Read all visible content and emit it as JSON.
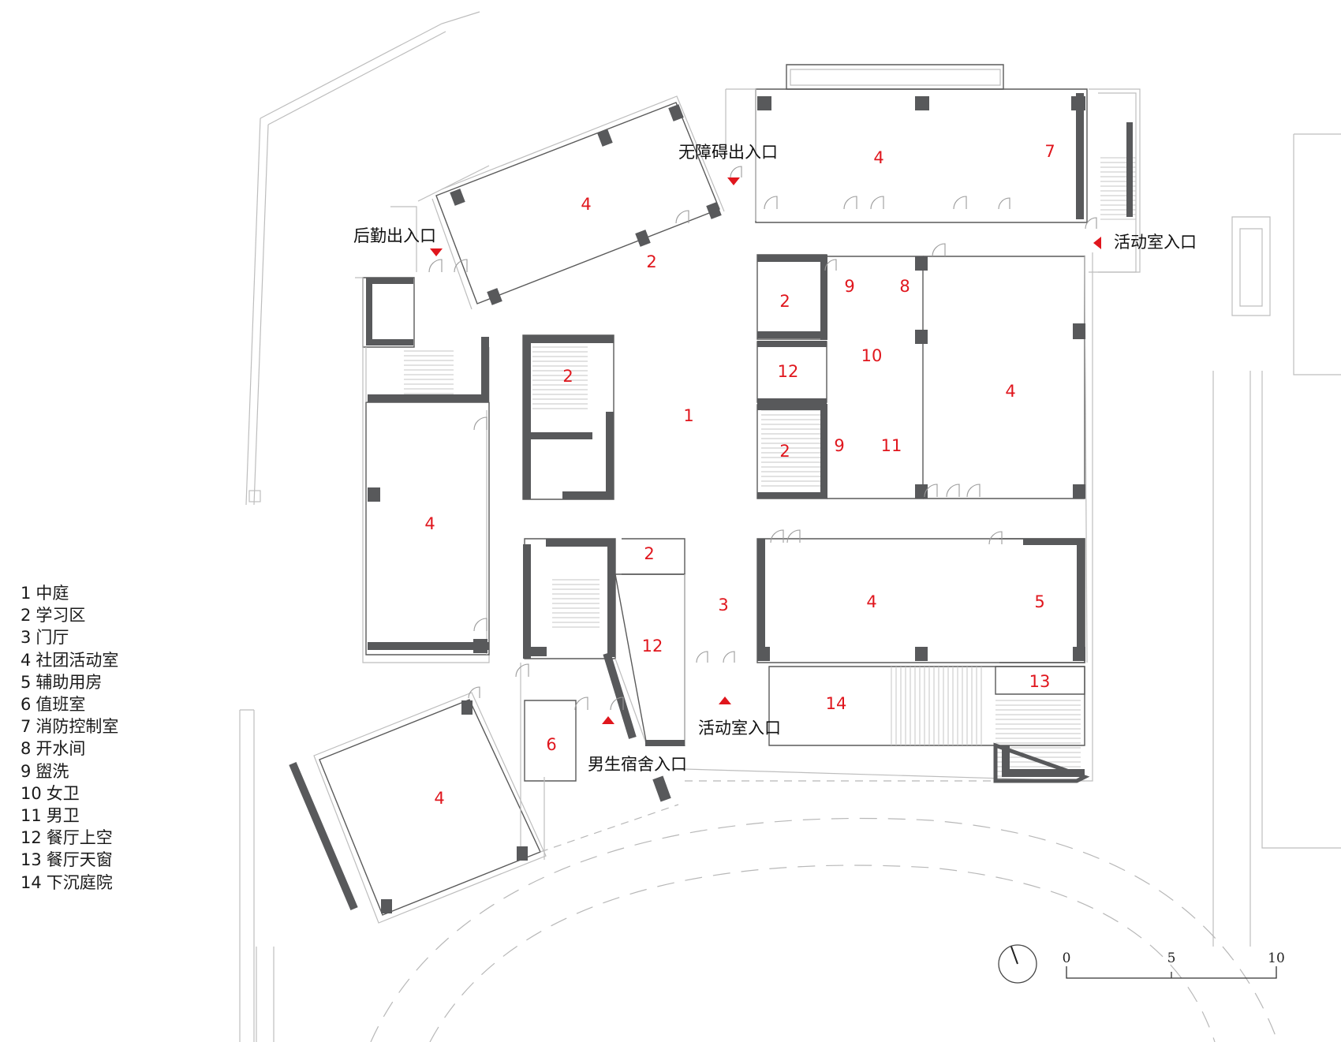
{
  "legend": [
    {
      "num": "1",
      "name": "中庭"
    },
    {
      "num": "2",
      "name": "学习区"
    },
    {
      "num": "3",
      "name": "门厅"
    },
    {
      "num": "4",
      "name": "社团活动室"
    },
    {
      "num": "5",
      "name": "辅助用房"
    },
    {
      "num": "6",
      "name": "值班室"
    },
    {
      "num": "7",
      "name": "消防控制室"
    },
    {
      "num": "8",
      "name": "开水间"
    },
    {
      "num": "9",
      "name": "盥洗"
    },
    {
      "num": "10",
      "name": "女卫"
    },
    {
      "num": "11",
      "name": "男卫"
    },
    {
      "num": "12",
      "name": "餐厅上空"
    },
    {
      "num": "13",
      "name": "餐厅天窗"
    },
    {
      "num": "14",
      "name": "下沉庭院"
    }
  ],
  "rooms": {
    "r_n4_left": "4",
    "r_n2_diag": "2",
    "r_n4_top": "4",
    "r_n7": "7",
    "r_n2_a": "2",
    "r_n9_a": "9",
    "r_n8": "8",
    "r_n10": "10",
    "r_n12_a": "12",
    "r_n2_stair": "2",
    "r_n1": "1",
    "r_n2_b": "2",
    "r_n9_b": "9",
    "r_n11": "11",
    "r_n4_east": "4",
    "r_n4_west": "4",
    "r_n2_c": "2",
    "r_n3": "3",
    "r_n12_b": "12",
    "r_n4_mid": "4",
    "r_n5": "5",
    "r_n14": "14",
    "r_n13": "13",
    "r_n6": "6",
    "r_n4_sw": "4"
  },
  "entrances": {
    "accessible": "无障碍出入口",
    "logistics": "后勤出入口",
    "activity_east": "活动室入口",
    "activity_south": "活动室入口",
    "dorm": "男生宿舍入口"
  },
  "scale_bar": {
    "ticks": [
      "0",
      "5",
      "10"
    ]
  },
  "colors": {
    "wall": "#58595b",
    "label": "#e0161d",
    "marker": "#e0161d",
    "thin_line": "#bdbdbd"
  }
}
